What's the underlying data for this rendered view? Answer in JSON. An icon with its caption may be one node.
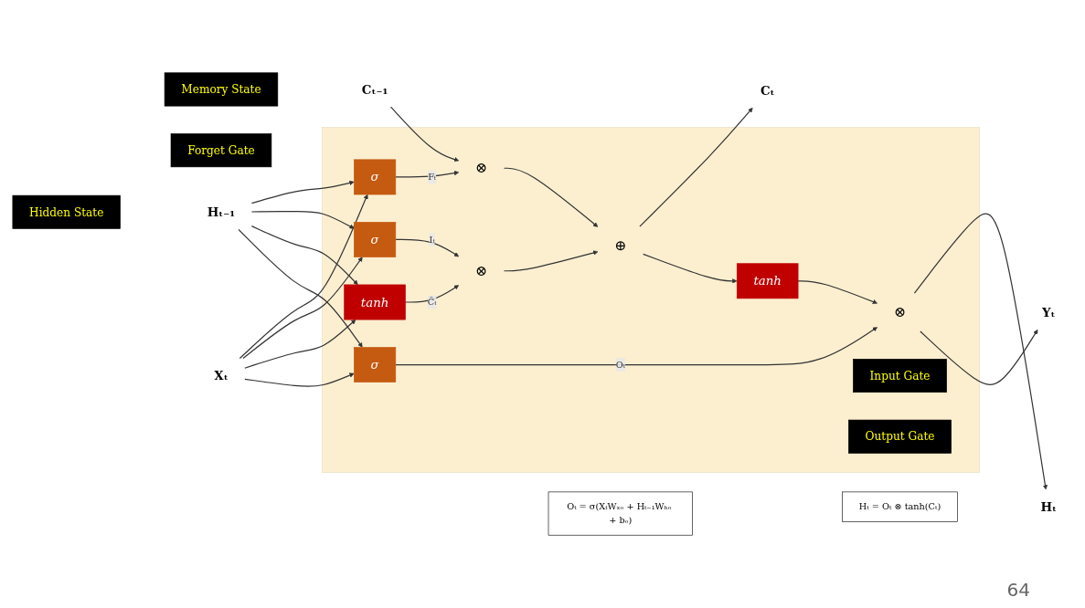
{
  "diagram": {
    "nodes": [
      {
        "text": [],
        "shape": "box"
      },
      {
        "text": [
          "Memory State"
        ]
      },
      {
        "text": [
          "Cₜ₋₁"
        ]
      },
      {
        "text": [
          "⊗"
        ],
        "in": 0
      },
      {
        "text": [
          "⊕"
        ],
        "in": 0
      },
      {
        "text": [
          "Cₜ"
        ]
      },
      {
        "text": [
          "Oₜ = σ(XₜWₓₒ + Hₜ₋₁Wₕₒ + bₒ)"
        ]
      },
      {
        "text": [
          "tanh"
        ],
        "in": 0
      },
      {
        "text": [
          "Yₜ"
        ]
      },
      {
        "text": [
          "⊗"
        ],
        "in": 0
      },
      {
        "text": [
          "⊗"
        ],
        "in": 0
      },
      {
        "text": [
          "Forget Gate"
        ]
      },
      {
        "text": [
          "σ"
        ],
        "in": 0
      },
      {
        "text": [
          "σ"
        ],
        "in": 0
      },
      {
        "text": [
          "tanh"
        ],
        "in": 0
      },
      {
        "text": [
          "σ"
        ],
        "in": 0
      },
      {
        "text": [
          "Hidden State"
        ]
      },
      {
        "text": [
          "Input Gate"
        ],
        "in": 0
      },
      {
        "text": [
          "Output Gate"
        ],
        "in": 0
      },
      {
        "text": [
          "Hₜ₋₁"
        ]
      },
      {
        "text": [
          "Hₜ"
        ]
      },
      {
        "text": [
          "Hₜ = Oₜ ⊗ tanh(Cₜ)"
        ]
      },
      {
        "text": [
          "Xₜ"
        ]
      }
    ],
    "edges": [
      {
        "from": 2,
        "to": 3,
        "arrow": "to"
      },
      {
        "from": 3,
        "to": 4,
        "arrow": "to"
      },
      {
        "from": 4,
        "to": 5,
        "arrow": "to"
      },
      {
        "from": 4,
        "to": 7,
        "arrow": "to"
      },
      {
        "from": 7,
        "to": 10,
        "arrow": "to"
      },
      {
        "from": 9,
        "to": 4,
        "arrow": "to"
      },
      {
        "from": 12,
        "to": 3,
        "arrow": "to",
        "label": "Fₜ"
      },
      {
        "from": 13,
        "to": 9,
        "arrow": "to",
        "label": "Iₜ"
      },
      {
        "from": 14,
        "to": 9,
        "arrow": "to",
        "label": "C̃ₜ"
      },
      {
        "from": 15,
        "to": 10,
        "arrow": "to",
        "label": "Oₜ"
      },
      {
        "from": 10,
        "to": 20,
        "arrow": "to"
      },
      {
        "from": 10,
        "to": 8,
        "arrow": "to"
      },
      {
        "from": 19,
        "to": 12,
        "arrow": "to"
      },
      {
        "from": 19,
        "to": 13,
        "arrow": "to"
      },
      {
        "from": 19,
        "to": 14,
        "arrow": "to"
      },
      {
        "from": 19,
        "to": 15,
        "arrow": "to"
      },
      {
        "from": 22,
        "to": 12,
        "arrow": "to"
      },
      {
        "from": 22,
        "to": 13,
        "arrow": "to"
      },
      {
        "from": 22,
        "to": 14,
        "arrow": "to"
      },
      {
        "from": 22,
        "to": 15,
        "arrow": "to"
      }
    ],
    "labels": [
      "64"
    ]
  }
}
